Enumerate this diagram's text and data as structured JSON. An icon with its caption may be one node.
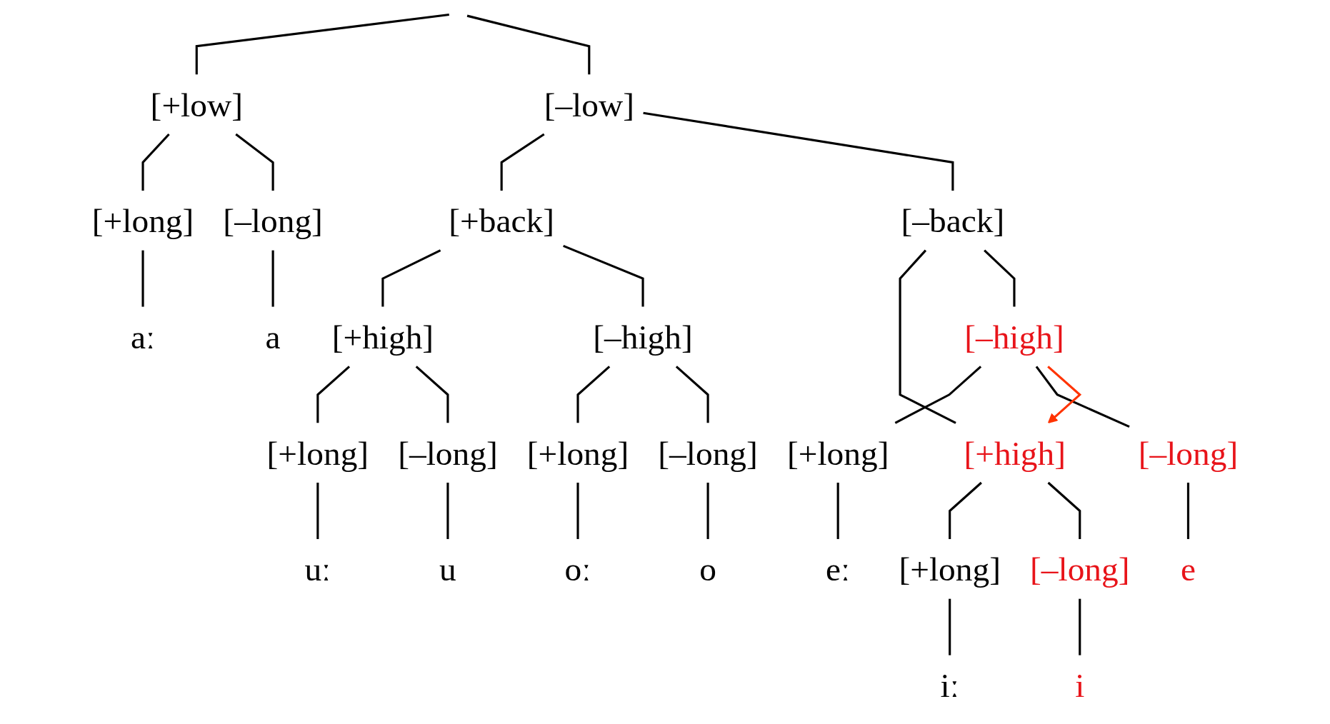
{
  "diagram": {
    "nodes": [
      {
        "text": [
          "[+low]"
        ]
      },
      {
        "text": [
          "[–low]"
        ]
      },
      {
        "text": [
          "[+long]"
        ]
      },
      {
        "text": [
          "[–long]"
        ]
      },
      {
        "text": [
          "[+back]"
        ]
      },
      {
        "text": [
          "[–back]"
        ]
      },
      {
        "text": [
          "aː"
        ]
      },
      {
        "text": [
          "a"
        ]
      },
      {
        "text": [
          "[+high]"
        ]
      },
      {
        "text": [
          "[–high]"
        ]
      },
      {
        "text": [
          "[+high]"
        ]
      },
      {
        "text": [
          "[–high]"
        ]
      },
      {
        "text": [
          "[+long]"
        ]
      },
      {
        "text": [
          "[–long]"
        ]
      },
      {
        "text": [
          "[+long]"
        ]
      },
      {
        "text": [
          "[–long]"
        ]
      },
      {
        "text": [
          "[+long]"
        ]
      },
      {
        "text": [
          "[–long]"
        ]
      },
      {
        "text": [
          "[+long]"
        ]
      },
      {
        "text": [
          "[–long]"
        ]
      },
      {
        "text": [
          "uː"
        ]
      },
      {
        "text": [
          "u"
        ]
      },
      {
        "text": [
          "oː"
        ]
      },
      {
        "text": [
          "o"
        ]
      },
      {
        "text": [
          "iː"
        ]
      },
      {
        "text": [
          "i"
        ]
      },
      {
        "text": [
          "eː"
        ]
      },
      {
        "text": [
          "e"
        ]
      }
    ],
    "edges": [
      {
        "from": null,
        "to": 0,
        "arrow": "none"
      },
      {
        "from": null,
        "to": 1,
        "arrow": "none"
      },
      {
        "from": 0,
        "to": 2,
        "arrow": "none"
      },
      {
        "from": 0,
        "to": 3,
        "arrow": "none"
      },
      {
        "from": 2,
        "to": 6,
        "arrow": "none"
      },
      {
        "from": 3,
        "to": 7,
        "arrow": "none"
      },
      {
        "from": 1,
        "to": 4,
        "arrow": "none"
      },
      {
        "from": 1,
        "to": 5,
        "arrow": "none"
      },
      {
        "from": 4,
        "to": 8,
        "arrow": "none"
      },
      {
        "from": 4,
        "to": 9,
        "arrow": "none"
      },
      {
        "from": 5,
        "to": 10,
        "arrow": "none"
      },
      {
        "from": 5,
        "to": 11,
        "arrow": "none"
      },
      {
        "from": 8,
        "to": 12,
        "arrow": "none"
      },
      {
        "from": 8,
        "to": 13,
        "arrow": "none"
      },
      {
        "from": 9,
        "to": 14,
        "arrow": "none"
      },
      {
        "from": 9,
        "to": 15,
        "arrow": "none"
      },
      {
        "from": 10,
        "to": 16,
        "arrow": "none"
      },
      {
        "from": 10,
        "to": 17,
        "arrow": "none"
      },
      {
        "from": 11,
        "to": 18,
        "arrow": "none"
      },
      {
        "from": 11,
        "to": 19,
        "arrow": "none"
      },
      {
        "from": 12,
        "to": 20,
        "arrow": "none"
      },
      {
        "from": 13,
        "to": 21,
        "arrow": "none"
      },
      {
        "from": 14,
        "to": 22,
        "arrow": "none"
      },
      {
        "from": 15,
        "to": 23,
        "arrow": "none"
      },
      {
        "from": 16,
        "to": 24,
        "arrow": "none"
      },
      {
        "from": 17,
        "to": 25,
        "arrow": "none"
      },
      {
        "from": 18,
        "to": 26,
        "arrow": "none"
      },
      {
        "from": 19,
        "to": 27,
        "arrow": "none"
      },
      {
        "from": 11,
        "to": 10,
        "arrow": "to",
        "color": "#ff3300"
      }
    ]
  }
}
